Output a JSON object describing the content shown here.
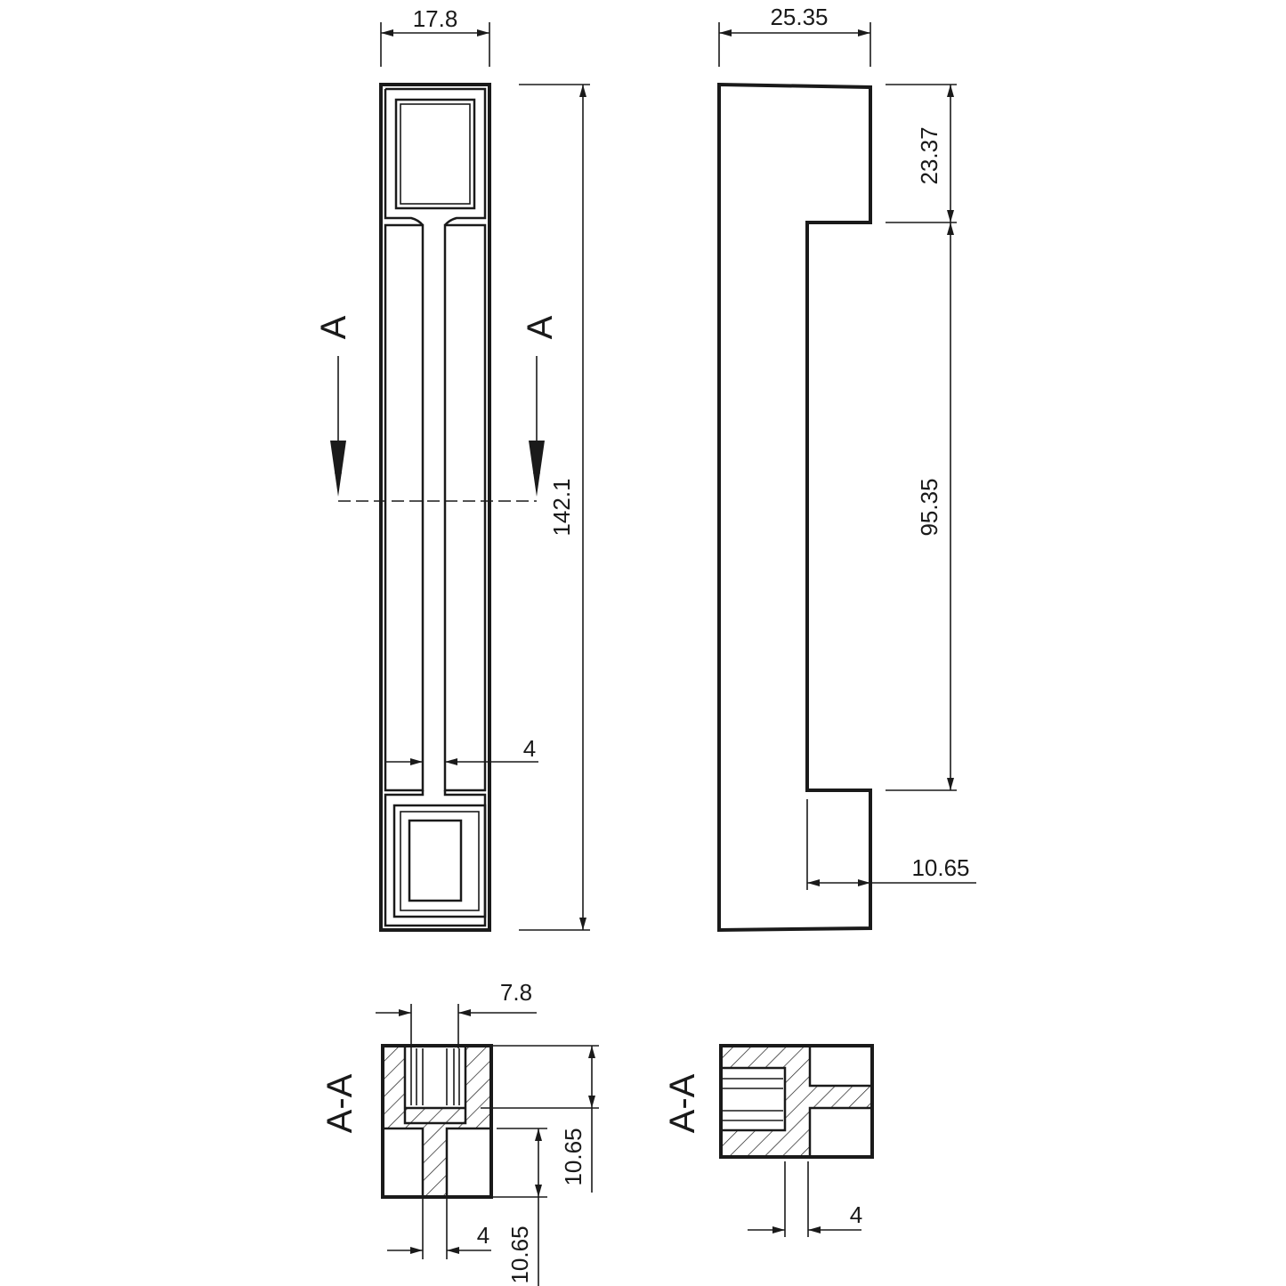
{
  "colors": {
    "line": "#1a1a1a",
    "background": "#ffffff"
  },
  "front_view": {
    "width": "17.8",
    "length": "142.1",
    "web": "4",
    "section_mark": "A"
  },
  "side_view": {
    "width": "25.35",
    "top_offset": "23.37",
    "slot_length": "95.35",
    "slot_depth": "10.65"
  },
  "section_1": {
    "label": "A-A",
    "bore": "7.8",
    "height_upper": "10.65",
    "height_lower": "10.65",
    "web": "4"
  },
  "section_2": {
    "label": "A-A",
    "web": "4"
  }
}
